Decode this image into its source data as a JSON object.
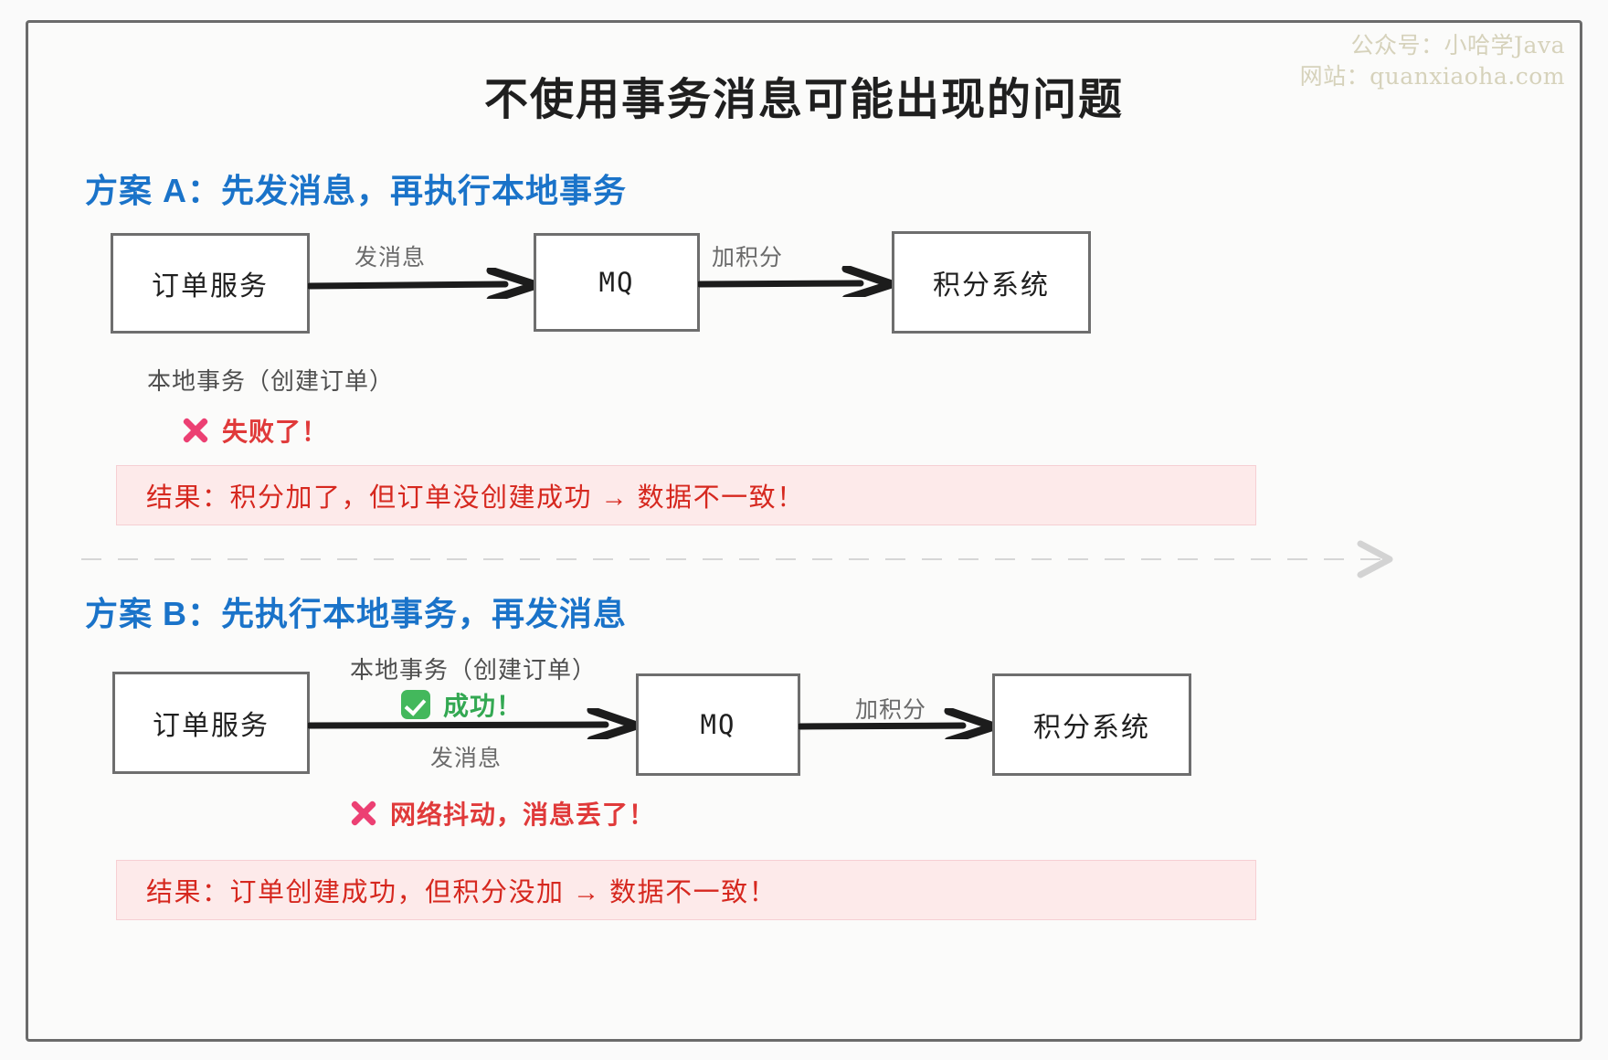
{
  "watermark": {
    "line1": "公众号：小哈学Java",
    "line2": "网站：quanxiaoha.com",
    "color": "#d6d2bb"
  },
  "title": "不使用事务消息可能出现的问题",
  "colors": {
    "heading": "#1a73c9",
    "fail_text": "#e03a3a",
    "ok_text": "#33a852",
    "banner_bg": "#fdeaea",
    "banner_text": "#d6281f",
    "cross": "#ec4073",
    "check": "#43b85c",
    "node_border": "#6e6e6e",
    "frame_border": "#6b6b6b"
  },
  "scheme_a": {
    "heading": "方案 A：先发消息，再执行本地事务",
    "nodes": [
      {
        "id": "order-service",
        "label": "订单服务"
      },
      {
        "id": "mq",
        "label": "MQ"
      },
      {
        "id": "points-system",
        "label": "积分系统"
      }
    ],
    "arrow_labels": [
      {
        "id": "send-message",
        "label": "发消息"
      },
      {
        "id": "add-points",
        "label": "加积分"
      }
    ],
    "local_tx_note": "本地事务（创建订单）",
    "status": {
      "icon": "cross-icon",
      "label": "失败了！"
    },
    "result": "结果：积分加了，但订单没创建成功 → 数据不一致！"
  },
  "scheme_b": {
    "heading": "方案 B：先执行本地事务，再发消息",
    "nodes": [
      {
        "id": "order-service",
        "label": "订单服务"
      },
      {
        "id": "mq",
        "label": "MQ"
      },
      {
        "id": "points-system",
        "label": "积分系统"
      }
    ],
    "local_tx_note": "本地事务（创建订单）",
    "status_ok": {
      "icon": "check-icon",
      "label": "成功！"
    },
    "arrow_labels": [
      {
        "id": "send-message",
        "label": "发消息"
      },
      {
        "id": "add-points",
        "label": "加积分"
      }
    ],
    "status_fail": {
      "icon": "cross-icon",
      "label": "网络抖动，消息丢了！"
    },
    "result": "结果：订单创建成功，但积分没加 → 数据不一致！"
  }
}
